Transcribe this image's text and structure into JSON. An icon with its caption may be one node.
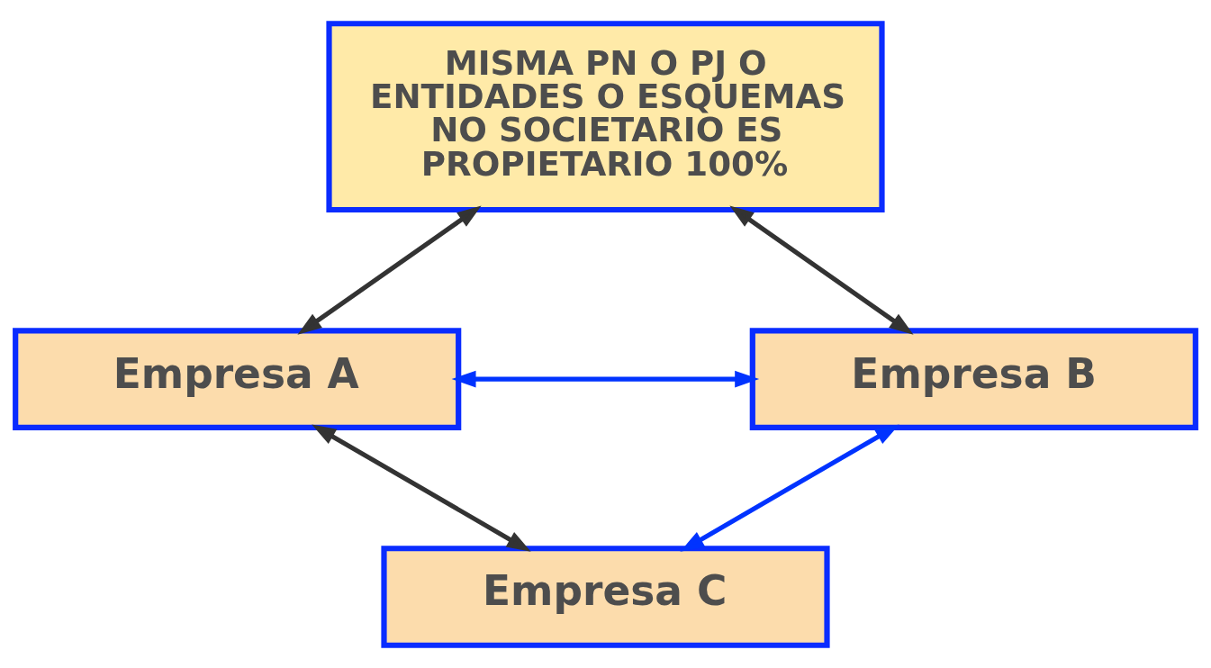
{
  "diagram": {
    "nodes": [
      {
        "text": [
          "MISMA PN O PJ O ENTIDADES O ESQUEMAS NO SOCIETARIO ES PROPIETARIO 100%"
        ]
      },
      {
        "text": [
          "Empresa A"
        ]
      },
      {
        "text": [
          "Empresa B"
        ]
      },
      {
        "text": [
          "Empresa C"
        ]
      }
    ],
    "edges": [
      {
        "from": 0,
        "to": 1,
        "arrow": "both"
      },
      {
        "from": 0,
        "to": 2,
        "arrow": "both"
      },
      {
        "from": 1,
        "to": 2,
        "arrow": "both",
        "color": "#0033ff"
      },
      {
        "from": 1,
        "to": 3,
        "arrow": "both"
      },
      {
        "from": 3,
        "to": 2,
        "arrow": "both",
        "color": "#0033ff"
      }
    ]
  }
}
